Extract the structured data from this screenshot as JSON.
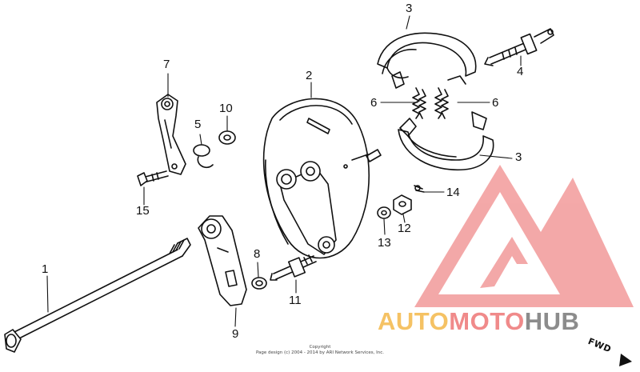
{
  "callouts": [
    "1",
    "2",
    "3",
    "3",
    "4",
    "5",
    "6",
    "6",
    "7",
    "8",
    "9",
    "10",
    "11",
    "12",
    "13",
    "14",
    "15"
  ],
  "copyright": {
    "line1": "Copyright",
    "line2": "Page design (c) 2004 - 2014 by ARI Network Services, Inc."
  },
  "direction": {
    "label": "FWD"
  },
  "watermark": {
    "part1": "AUTO",
    "part2": "MOTO",
    "part3": "HUB",
    "colors": {
      "auto": "#f5c264",
      "moto": "#f08a8a",
      "hub": "#8c8c8c",
      "logo": "#f29a9a"
    }
  }
}
